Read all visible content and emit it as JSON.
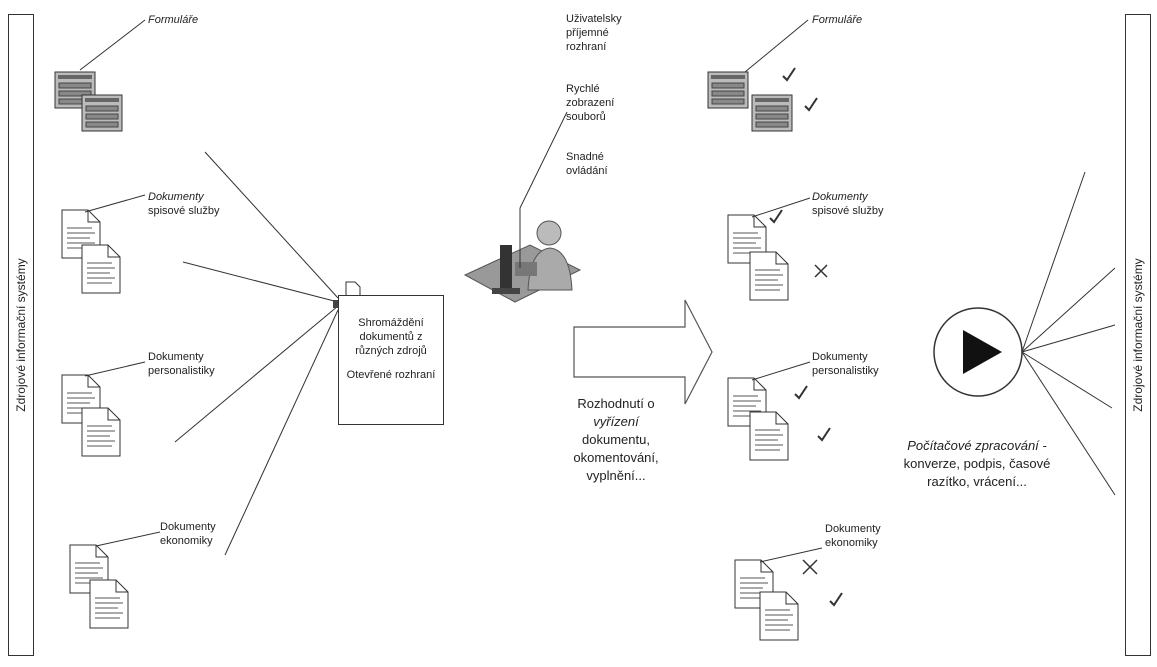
{
  "sidebar_left": "Zdrojové informační systémy",
  "sidebar_right": "Zdrojové informační systémy",
  "left_sources": {
    "forms": "Formuláře",
    "docs_spis_1": "Dokumenty",
    "docs_spis_2": "spisové služby",
    "docs_pers_1": "Dokumenty",
    "docs_pers_2": "personalistiky",
    "docs_eko_1": "Dokumenty",
    "docs_eko_2": "ekonomiky"
  },
  "collection": {
    "line1": "Shromáždění dokumentů z různých zdrojů",
    "line2": "Otevřené rozhraní"
  },
  "user_features": {
    "f1": "Uživatelsky příjemné rozhraní",
    "f2": "Rychlé zobrazení souborů",
    "f3": "Snadné ovládání"
  },
  "decision": {
    "l1": "Rozhodnutí o",
    "l2": "vyřízení",
    "l3": "dokumentu,",
    "l4": "okomentování,",
    "l5": "vyplnění..."
  },
  "right_sources": {
    "forms": "Formuláře",
    "docs_spis_1": "Dokumenty",
    "docs_spis_2": "spisové služby",
    "docs_pers_1": "Dokumenty",
    "docs_pers_2": "personalistiky",
    "docs_eko_1": "Dokumenty",
    "docs_eko_2": "ekonomiky"
  },
  "processing": {
    "l1": "Počítačové zpracování -",
    "l2": "konverze, podpis, časové",
    "l3": "razítko, vrácení..."
  }
}
